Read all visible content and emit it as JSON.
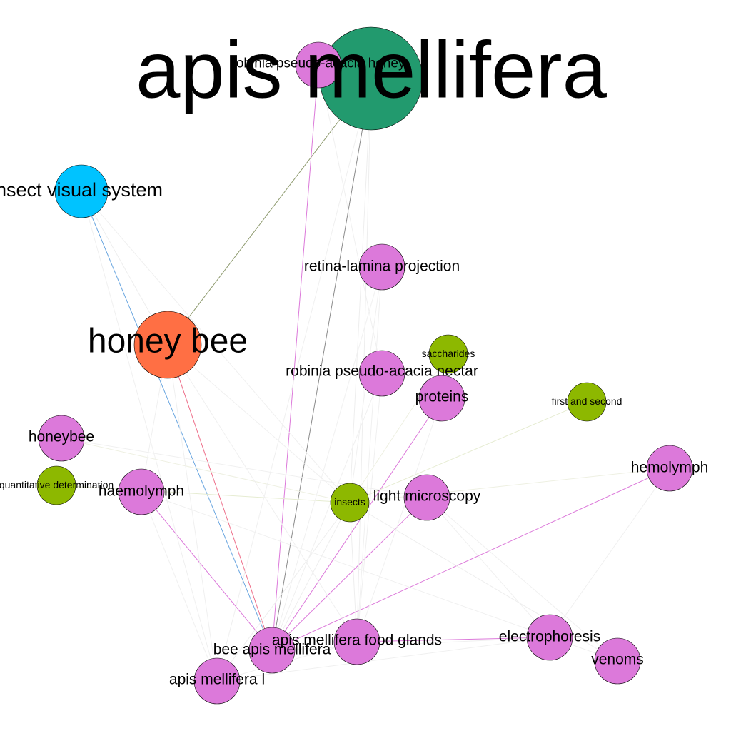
{
  "graph": {
    "colors": {
      "green_cluster": "#229a6e",
      "blue_cluster": "#00c3ff",
      "orange_cluster": "#ff6f44",
      "pink_cluster": "#dc79da",
      "lime_cluster": "#8db800"
    },
    "nodes": [
      {
        "id": "apis-mellifera",
        "label": "apis mellifera",
        "color": "#229a6e"
      },
      {
        "id": "robinia-honey",
        "label": "robinia pseudo-acacia honey",
        "color": "#dc79da"
      },
      {
        "id": "insect-visual-system",
        "label": "insect visual system",
        "color": "#00c3ff"
      },
      {
        "id": "retina-lamina",
        "label": "retina-lamina projection",
        "color": "#dc79da"
      },
      {
        "id": "honey-bee",
        "label": "honey bee",
        "color": "#ff6f44"
      },
      {
        "id": "saccharides",
        "label": "saccharides",
        "color": "#8db800"
      },
      {
        "id": "robinia-nectar",
        "label": "robinia pseudo-acacia nectar",
        "color": "#dc79da"
      },
      {
        "id": "proteins",
        "label": "proteins",
        "color": "#dc79da"
      },
      {
        "id": "first-and-second",
        "label": "first and second",
        "color": "#8db800"
      },
      {
        "id": "honeybee",
        "label": "honeybee",
        "color": "#dc79da"
      },
      {
        "id": "hemolymph",
        "label": "hemolymph",
        "color": "#dc79da"
      },
      {
        "id": "quantitative-determination",
        "label": "quantitative determination",
        "color": "#8db800"
      },
      {
        "id": "haemolymph",
        "label": "haemolymph",
        "color": "#dc79da"
      },
      {
        "id": "insects",
        "label": "insects",
        "color": "#8db800"
      },
      {
        "id": "light-microscopy",
        "label": "light microscopy",
        "color": "#dc79da"
      },
      {
        "id": "food-glands",
        "label": "apis mellifera food glands",
        "color": "#dc79da"
      },
      {
        "id": "electrophoresis",
        "label": "electrophoresis",
        "color": "#dc79da"
      },
      {
        "id": "bee-apis-mellifera",
        "label": "bee apis mellifera",
        "color": "#dc79da"
      },
      {
        "id": "venoms",
        "label": "venoms",
        "color": "#dc79da"
      },
      {
        "id": "apis-mellifera-l",
        "label": "apis mellifera l",
        "color": "#dc79da"
      }
    ],
    "edges": [
      {
        "from": "apis-mellifera",
        "to": "honey-bee",
        "color": "#8e9a6e"
      },
      {
        "from": "apis-mellifera",
        "to": "bee-apis-mellifera",
        "color": "#8a8a8a"
      },
      {
        "from": "robinia-honey",
        "to": "bee-apis-mellifera",
        "color": "#dc79da"
      },
      {
        "from": "insect-visual-system",
        "to": "bee-apis-mellifera",
        "color": "#6aa6e0"
      },
      {
        "from": "honey-bee",
        "to": "bee-apis-mellifera",
        "color": "#ee6f8a"
      },
      {
        "from": "proteins",
        "to": "bee-apis-mellifera",
        "color": "#dc79da"
      },
      {
        "from": "light-microscopy",
        "to": "bee-apis-mellifera",
        "color": "#dc79da"
      },
      {
        "from": "hemolymph",
        "to": "bee-apis-mellifera",
        "color": "#dc79da"
      },
      {
        "from": "haemolymph",
        "to": "bee-apis-mellifera",
        "color": "#dc79da"
      },
      {
        "from": "food-glands",
        "to": "electrophoresis",
        "color": "#dc79da"
      },
      {
        "from": "insects",
        "to": "first-and-second",
        "color": "#e6ecd2"
      },
      {
        "from": "insects",
        "to": "quantitative-determination",
        "color": "#e6ecd2"
      },
      {
        "from": "insects",
        "to": "honeybee",
        "color": "#eef0e2"
      },
      {
        "from": "insects",
        "to": "hemolymph",
        "color": "#eef0e2"
      },
      {
        "from": "insects",
        "to": "saccharides",
        "color": "#eef0e2"
      },
      {
        "from": "insects",
        "to": "food-glands",
        "color": "#eeeeee"
      },
      {
        "from": "insects",
        "to": "venoms",
        "color": "#eeeeee"
      },
      {
        "from": "insects",
        "to": "apis-mellifera-l",
        "color": "#eeeeee"
      },
      {
        "from": "insects",
        "to": "bee-apis-mellifera",
        "color": "#eeeeee"
      },
      {
        "from": "insect-visual-system",
        "to": "honey-bee",
        "color": "#eeeeee"
      },
      {
        "from": "insect-visual-system",
        "to": "insects",
        "color": "#f0f0f0"
      },
      {
        "from": "insect-visual-system",
        "to": "apis-mellifera-l",
        "color": "#f0f0f0"
      },
      {
        "from": "honey-bee",
        "to": "insects",
        "color": "#f0f0f0"
      },
      {
        "from": "honey-bee",
        "to": "apis-mellifera-l",
        "color": "#f0f0f0"
      },
      {
        "from": "honey-bee",
        "to": "food-glands",
        "color": "#f0f0f0"
      },
      {
        "from": "honey-bee",
        "to": "haemolymph",
        "color": "#f0f0f0"
      },
      {
        "from": "apis-mellifera",
        "to": "food-glands",
        "color": "#eeeeee"
      },
      {
        "from": "apis-mellifera",
        "to": "insects",
        "color": "#eeeeee"
      },
      {
        "from": "apis-mellifera",
        "to": "apis-mellifera-l",
        "color": "#f0f0f0"
      },
      {
        "from": "robinia-honey",
        "to": "robinia-nectar",
        "color": "#f0f0f0"
      },
      {
        "from": "retina-lamina",
        "to": "bee-apis-mellifera",
        "color": "#f0f0f0"
      },
      {
        "from": "retina-lamina",
        "to": "insects",
        "color": "#f0f0f0"
      },
      {
        "from": "retina-lamina",
        "to": "food-glands",
        "color": "#f0f0f0"
      },
      {
        "from": "robinia-nectar",
        "to": "food-glands",
        "color": "#f0f0f0"
      },
      {
        "from": "robinia-nectar",
        "to": "bee-apis-mellifera",
        "color": "#f0f0f0"
      },
      {
        "from": "proteins",
        "to": "food-glands",
        "color": "#f0f0f0"
      },
      {
        "from": "light-microscopy",
        "to": "electrophoresis",
        "color": "#f0f0f0"
      },
      {
        "from": "light-microscopy",
        "to": "venoms",
        "color": "#f0f0f0"
      },
      {
        "from": "honeybee",
        "to": "light-microscopy",
        "color": "#f0f0f0"
      },
      {
        "from": "haemolymph",
        "to": "venoms",
        "color": "#f0f0f0"
      },
      {
        "from": "haemolymph",
        "to": "apis-mellifera-l",
        "color": "#f0f0f0"
      },
      {
        "from": "electrophoresis",
        "to": "apis-mellifera-l",
        "color": "#f0f0f0"
      },
      {
        "from": "electrophoresis",
        "to": "bee-apis-mellifera",
        "color": "#f0f0f0"
      },
      {
        "from": "food-glands",
        "to": "apis-mellifera-l",
        "color": "#f0f0f0"
      },
      {
        "from": "hemolymph",
        "to": "electrophoresis",
        "color": "#f0f0f0"
      }
    ]
  }
}
